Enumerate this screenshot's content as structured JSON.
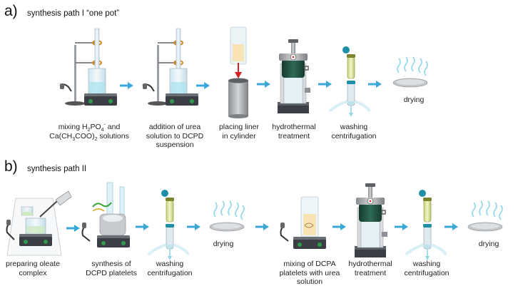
{
  "panel_a": {
    "letter": "a)",
    "title": "synthesis path I “one pot”",
    "steps": {
      "mixing_line1_pre": "mixing H",
      "mixing_sub1": "2",
      "mixing_mid": "PO",
      "mixing_sub2": "4",
      "mixing_sup": "-",
      "mixing_and": " and",
      "mixing_line2_pre": "Ca(CH",
      "mixing_sub3": "3",
      "mixing_line2_mid": "COO)",
      "mixing_sub4": "2",
      "mixing_line2_post": " solutions",
      "addition_l1": "addition of urea",
      "addition_l2": "solution to DCPD",
      "addition_l3": "suspension",
      "liner_l1": "placing liner",
      "liner_l2": "in cylinder",
      "hydro_l1": "hydrothermal",
      "hydro_l2": "treatment",
      "wash_l1": "washing",
      "wash_l2": "centrifugation",
      "drying": "drying"
    }
  },
  "panel_b": {
    "letter": "b)",
    "title": "synthesis path II",
    "steps": {
      "oleate_l1": "preparing oleate",
      "oleate_l2": "complex",
      "dcpd_l1": "synthesis of",
      "dcpd_l2": "DCPD platelets",
      "wash1_l1": "washing",
      "wash1_l2": "centrifugation",
      "drying1": "drying",
      "dcpa_l1": "mixing of DCPA",
      "dcpa_l2": "platelets with urea",
      "dcpa_l3": "solution",
      "hydro_l1": "hydrothermal",
      "hydro_l2": "treatment",
      "wash2_l1": "washing",
      "wash2_l2": "centrifugation",
      "drying2": "drying"
    }
  },
  "colors": {
    "arrow": "#3aa8d8",
    "hotplate": "#3b3f45",
    "knob": "#2e9a4a",
    "autoclave_green": "#1f4a3c",
    "steam": "#8fd6e8",
    "red_arrow": "#d42020"
  }
}
